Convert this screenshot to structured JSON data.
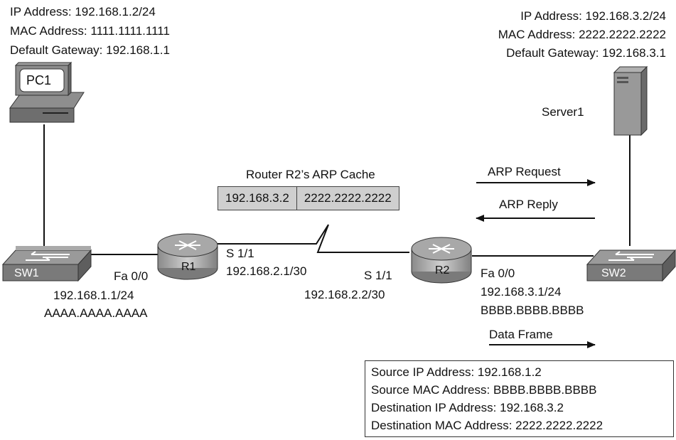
{
  "pc1": {
    "name": "PC1",
    "ip": "IP Address: 192.168.1.2/24",
    "mac": "MAC Address: 1111.1111.1111",
    "gateway": "Default Gateway: 192.168.1.1"
  },
  "server1": {
    "name": "Server1",
    "ip": "IP Address: 192.168.3.2/24",
    "mac": "MAC Address: 2222.2222.2222",
    "gateway": "Default Gateway: 192.168.3.1"
  },
  "sw1": {
    "name": "SW1"
  },
  "sw2": {
    "name": "SW2"
  },
  "r1": {
    "name": "R1",
    "fa_if": "Fa 0/0",
    "fa_ip": "192.168.1.1/24",
    "fa_mac": "AAAA.AAAA.AAAA",
    "s_if": "S 1/1",
    "s_ip": "192.168.2.1/30"
  },
  "r2": {
    "name": "R2",
    "s_if": "S 1/1",
    "s_ip": "192.168.2.2/30",
    "fa_if": "Fa 0/0",
    "fa_ip": "192.168.3.1/24",
    "fa_mac": "BBBB.BBBB.BBBB"
  },
  "arp_cache": {
    "title": "Router R2’s ARP Cache",
    "ip": "192.168.3.2",
    "mac": "2222.2222.2222"
  },
  "arrows": {
    "request": "ARP Request",
    "reply": "ARP Reply",
    "data_frame": "Data Frame"
  },
  "frame": {
    "src_ip": "Source IP Address: 192.168.1.2",
    "src_mac": "Source MAC Address: BBBB.BBBB.BBBB",
    "dst_ip": "Destination IP Address: 192.168.3.2",
    "dst_mac": "Destination MAC Address: 2222.2222.2222"
  }
}
